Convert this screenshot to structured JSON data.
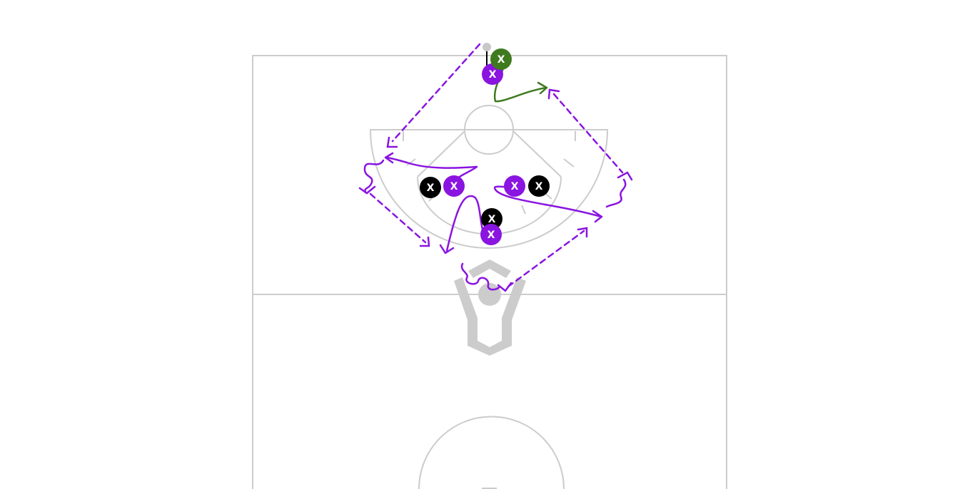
{
  "field": {
    "line_color": "#cccccc",
    "background": "#ffffff"
  },
  "colors": {
    "offense": "#8a14e0",
    "defense": "#000000",
    "coach": "#3f7a1f",
    "ball": "#c8c8c8"
  },
  "player_label": "X",
  "players": [
    {
      "team": "offense",
      "label": "X"
    },
    {
      "team": "coach",
      "label": "X"
    },
    {
      "team": "defense",
      "label": "X"
    },
    {
      "team": "offense",
      "label": "X"
    },
    {
      "team": "offense",
      "label": "X"
    },
    {
      "team": "defense",
      "label": "X"
    },
    {
      "team": "defense",
      "label": "X"
    },
    {
      "team": "offense",
      "label": "X"
    }
  ],
  "annotations": {
    "pass_style": "dashed",
    "run_style": "solid",
    "dodge_style": "wavy"
  }
}
